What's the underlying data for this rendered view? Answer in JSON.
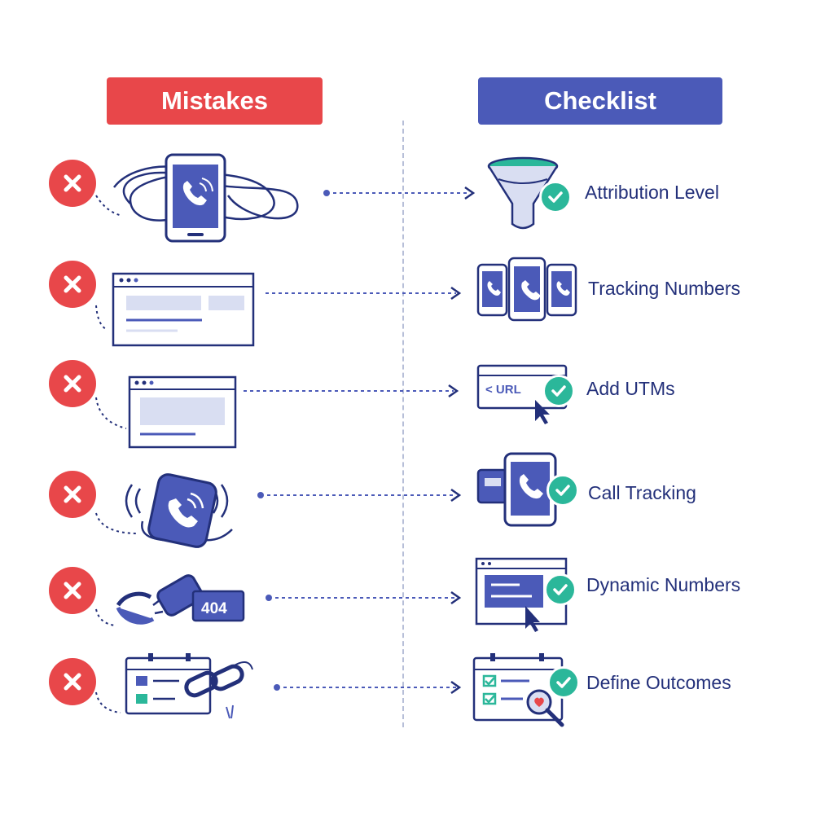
{
  "headers": {
    "mistakes": "Mistakes",
    "checklist": "Checklist"
  },
  "colors": {
    "mistake_red": "#e8474a",
    "checklist_blue": "#4b5ab8",
    "navy": "#23307a",
    "teal_check": "#2bb79a"
  },
  "mistakes": [
    {
      "icon": "tangled-phone-icon"
    },
    {
      "icon": "browser-window-icon"
    },
    {
      "icon": "browser-window-icon"
    },
    {
      "icon": "ringing-phone-icon"
    },
    {
      "icon": "broken-link-404-icon",
      "badge_text": "404"
    },
    {
      "icon": "calendar-broken-chain-icon"
    }
  ],
  "checklist": [
    {
      "label": "Attribution Level",
      "icon": "funnel-icon"
    },
    {
      "label": "Tracking Numbers",
      "icon": "three-phones-icon"
    },
    {
      "label": "Add UTMs",
      "icon": "url-bar-icon",
      "url_text": "< URL"
    },
    {
      "label": "Call Tracking",
      "icon": "phone-card-icon"
    },
    {
      "label": "Dynamic Numbers",
      "icon": "dashboard-cursor-icon"
    },
    {
      "label": "Define Outcomes",
      "icon": "calendar-checklist-icon"
    }
  ]
}
